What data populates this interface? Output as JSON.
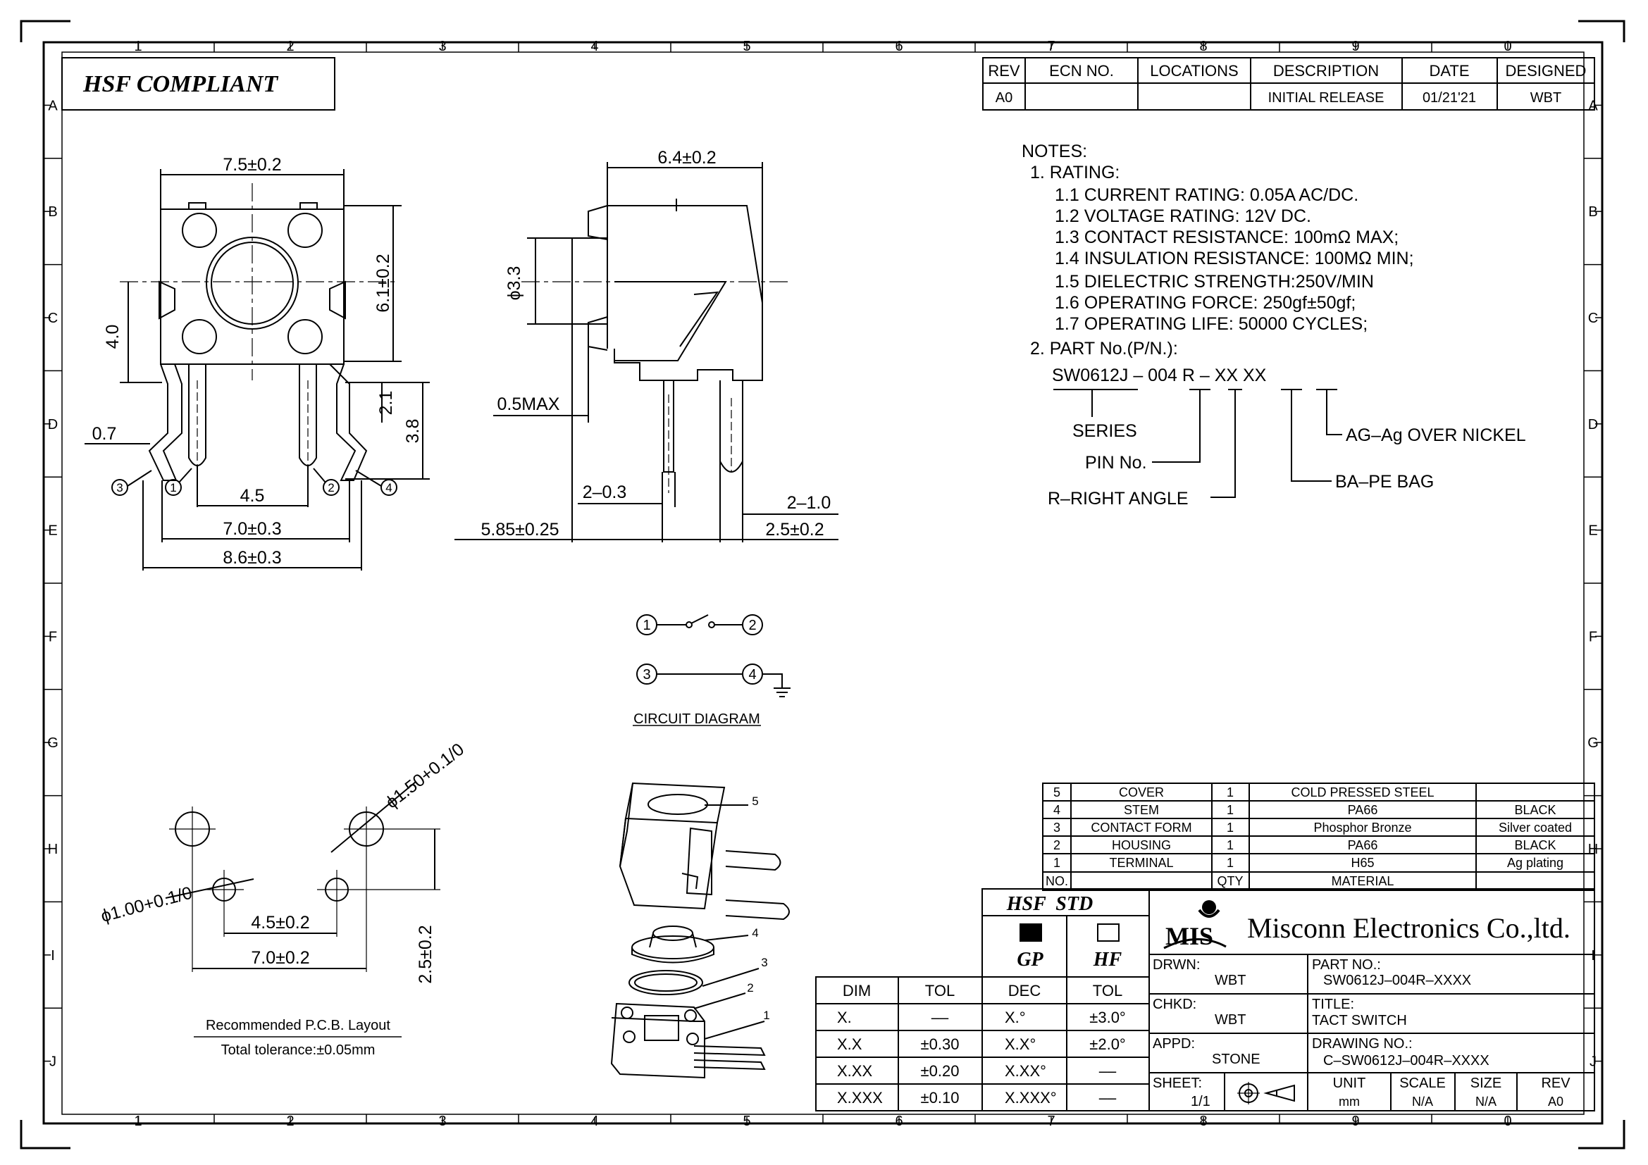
{
  "border": {
    "columns": [
      "1",
      "2",
      "3",
      "4",
      "5",
      "6",
      "7",
      "8",
      "9",
      "0"
    ],
    "rows": [
      "A",
      "B",
      "C",
      "D",
      "E",
      "F",
      "G",
      "H",
      "I",
      "J"
    ]
  },
  "compliance_badge": "HSF  COMPLIANT",
  "revision_table": {
    "headers": [
      "REV",
      "ECN NO.",
      "LOCATIONS",
      "DESCRIPTION",
      "DATE",
      "DESIGNED"
    ],
    "rows": [
      [
        "A0",
        "",
        "",
        "INITIAL RELEASE",
        "01/21'21",
        "WBT"
      ]
    ]
  },
  "notes": {
    "title": "NOTES:",
    "rating_heading": "1. RATING:",
    "rating_items": [
      "1.1 CURRENT RATING: 0.05A AC/DC.",
      "1.2 VOLTAGE RATING: 12V DC.",
      "1.3 CONTACT RESISTANCE: 100mΩ MAX;",
      "1.4 INSULATION RESISTANCE: 100MΩ MIN;",
      "1.5 DIELECTRIC STRENGTH:250V/MIN",
      "1.6 OPERATING FORCE: 250gf±50gf;",
      "1.7 OPERATING LIFE: 50000 CYCLES;"
    ],
    "part_heading": "2. PART No.(P/N.):",
    "part_code": "SW0612J – 004 R – XX XX",
    "part_legend": {
      "series": "SERIES",
      "pin": "PIN No.",
      "right_angle": "R–RIGHT ANGLE",
      "bag": "BA–PE BAG",
      "plating": "AG–Ag OVER NICKEL"
    }
  },
  "front_view": {
    "width": "7.5±0.2",
    "height": "6.1±0.2",
    "button_height": "4.0",
    "offset": "0.7",
    "pin_pitch": "4.5",
    "pin_span": "7.0±0.3",
    "overall": "8.6±0.3",
    "pin_top": "2.1",
    "pin_len": "3.8",
    "pins": [
      "3",
      "1",
      "2",
      "4"
    ]
  },
  "side_view": {
    "depth": "6.4±0.2",
    "stem_dia": "ϕ3.3",
    "max": "0.5MAX",
    "a": "2–0.3",
    "b": "2–1.0",
    "c": "5.85±0.25",
    "d": "2.5±0.2"
  },
  "circuit": {
    "label": "CIRCUIT DIAGRAM",
    "nodes": [
      "1",
      "2",
      "3",
      "4"
    ]
  },
  "pcb_layout": {
    "hole_large": "ϕ1.50+0.1/0",
    "hole_small": "ϕ1.00+0.1/0",
    "pitch": "4.5±0.2",
    "span": "7.0±0.2",
    "vert": "2.5±0.2",
    "title": "Recommended P.C.B. Layout",
    "tolerance": "Total tolerance:±0.05mm"
  },
  "exploded_labels": [
    "5",
    "4",
    "3",
    "2",
    "1"
  ],
  "bom": {
    "headers": [
      "NO.",
      "",
      "QTY",
      "MATERIAL",
      ""
    ],
    "rows": [
      [
        "5",
        "COVER",
        "1",
        "COLD PRESSED STEEL",
        ""
      ],
      [
        "4",
        "STEM",
        "1",
        "PA66",
        "BLACK"
      ],
      [
        "3",
        "CONTACT FORM",
        "1",
        "Phosphor Bronze",
        "Silver coated"
      ],
      [
        "2",
        "HOUSING",
        "1",
        "PA66",
        "BLACK"
      ],
      [
        "1",
        "TERMINAL",
        "1",
        "H65",
        "Ag plating"
      ]
    ]
  },
  "hsf_std": {
    "title": "HSF  STD",
    "gp": "GP",
    "hf": "HF"
  },
  "tolerance_table": {
    "headers": [
      "DIM",
      "TOL",
      "DEC",
      "TOL"
    ],
    "rows": [
      [
        "X.",
        "––",
        "X.°",
        "±3.0°"
      ],
      [
        "X.X",
        "±0.30",
        "X.X°",
        "±2.0°"
      ],
      [
        "X.XX",
        "±0.20",
        "X.XX°",
        "––"
      ],
      [
        "X.XXX",
        "±0.10",
        "X.XXX°",
        "––"
      ]
    ]
  },
  "title_block": {
    "logo": "MIS",
    "company": "Misconn Electronics Co.,ltd.",
    "drwn_label": "DRWN:",
    "drwn": "WBT",
    "chkd_label": "CHKD:",
    "chkd": "WBT",
    "appd_label": "APPD:",
    "appd": "STONE",
    "part_label": "PART NO.:",
    "part": "SW0612J–004R–XXXX",
    "title_label": "TITLE:",
    "title": "TACT SWITCH",
    "drawing_label": "DRAWING NO.:",
    "drawing": "C–SW0612J–004R–XXXX",
    "sheet_label": "SHEET:",
    "sheet": "1/1",
    "unit_label": "UNIT",
    "unit": "mm",
    "scale_label": "SCALE",
    "scale": "N/A",
    "size_label": "SIZE",
    "size": "N/A",
    "rev_label": "REV",
    "rev": "A0"
  }
}
